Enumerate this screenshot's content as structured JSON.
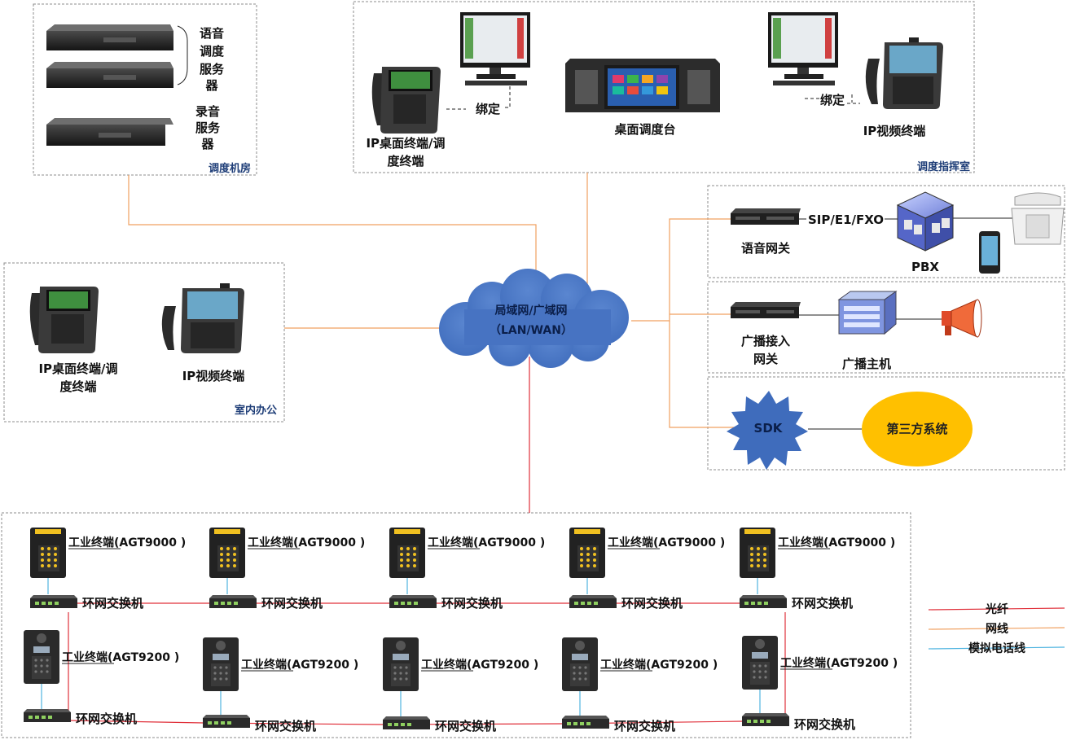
{
  "areas": {
    "dispatch_room": "调度机房",
    "command_room": "调度指挥室",
    "indoor_office": "室内办公"
  },
  "servers": {
    "voice_server": [
      "语音",
      "调度",
      "服务",
      "器"
    ],
    "record_server": [
      "录音",
      "服务",
      "器"
    ]
  },
  "command": {
    "ip_desk_terminal": [
      "IP桌面终端/调",
      "度终端"
    ],
    "bind_left": "绑定",
    "desk_console": "桌面调度台",
    "bind_right": "绑定",
    "ip_video_terminal": "IP视频终端"
  },
  "office": {
    "ip_desk_terminal": [
      "IP桌面终端/调",
      "度终端"
    ],
    "ip_video_terminal": "IP视频终端"
  },
  "network": {
    "cloud": [
      "局域网/广域网",
      "（LAN/WAN）"
    ]
  },
  "gateways": {
    "voice_gateway": "语音网关",
    "protocols": "SIP/E1/FXO",
    "pbx": "PBX",
    "broadcast_gateway": [
      "广播接入",
      "网关"
    ],
    "broadcast_host": "广播主机",
    "sdk": "SDK",
    "third_party": "第三方系统"
  },
  "field": {
    "terminal_a": "工业终端(AGT9000 )",
    "terminal_b": "工业终端(AGT9200 )",
    "switch": "环网交换机"
  },
  "legend": [
    {
      "label": "光纤",
      "color": "#e0303a"
    },
    {
      "label": "网线",
      "color": "#f0a060"
    },
    {
      "label": "模拟电话线",
      "color": "#4fb4e0"
    }
  ]
}
